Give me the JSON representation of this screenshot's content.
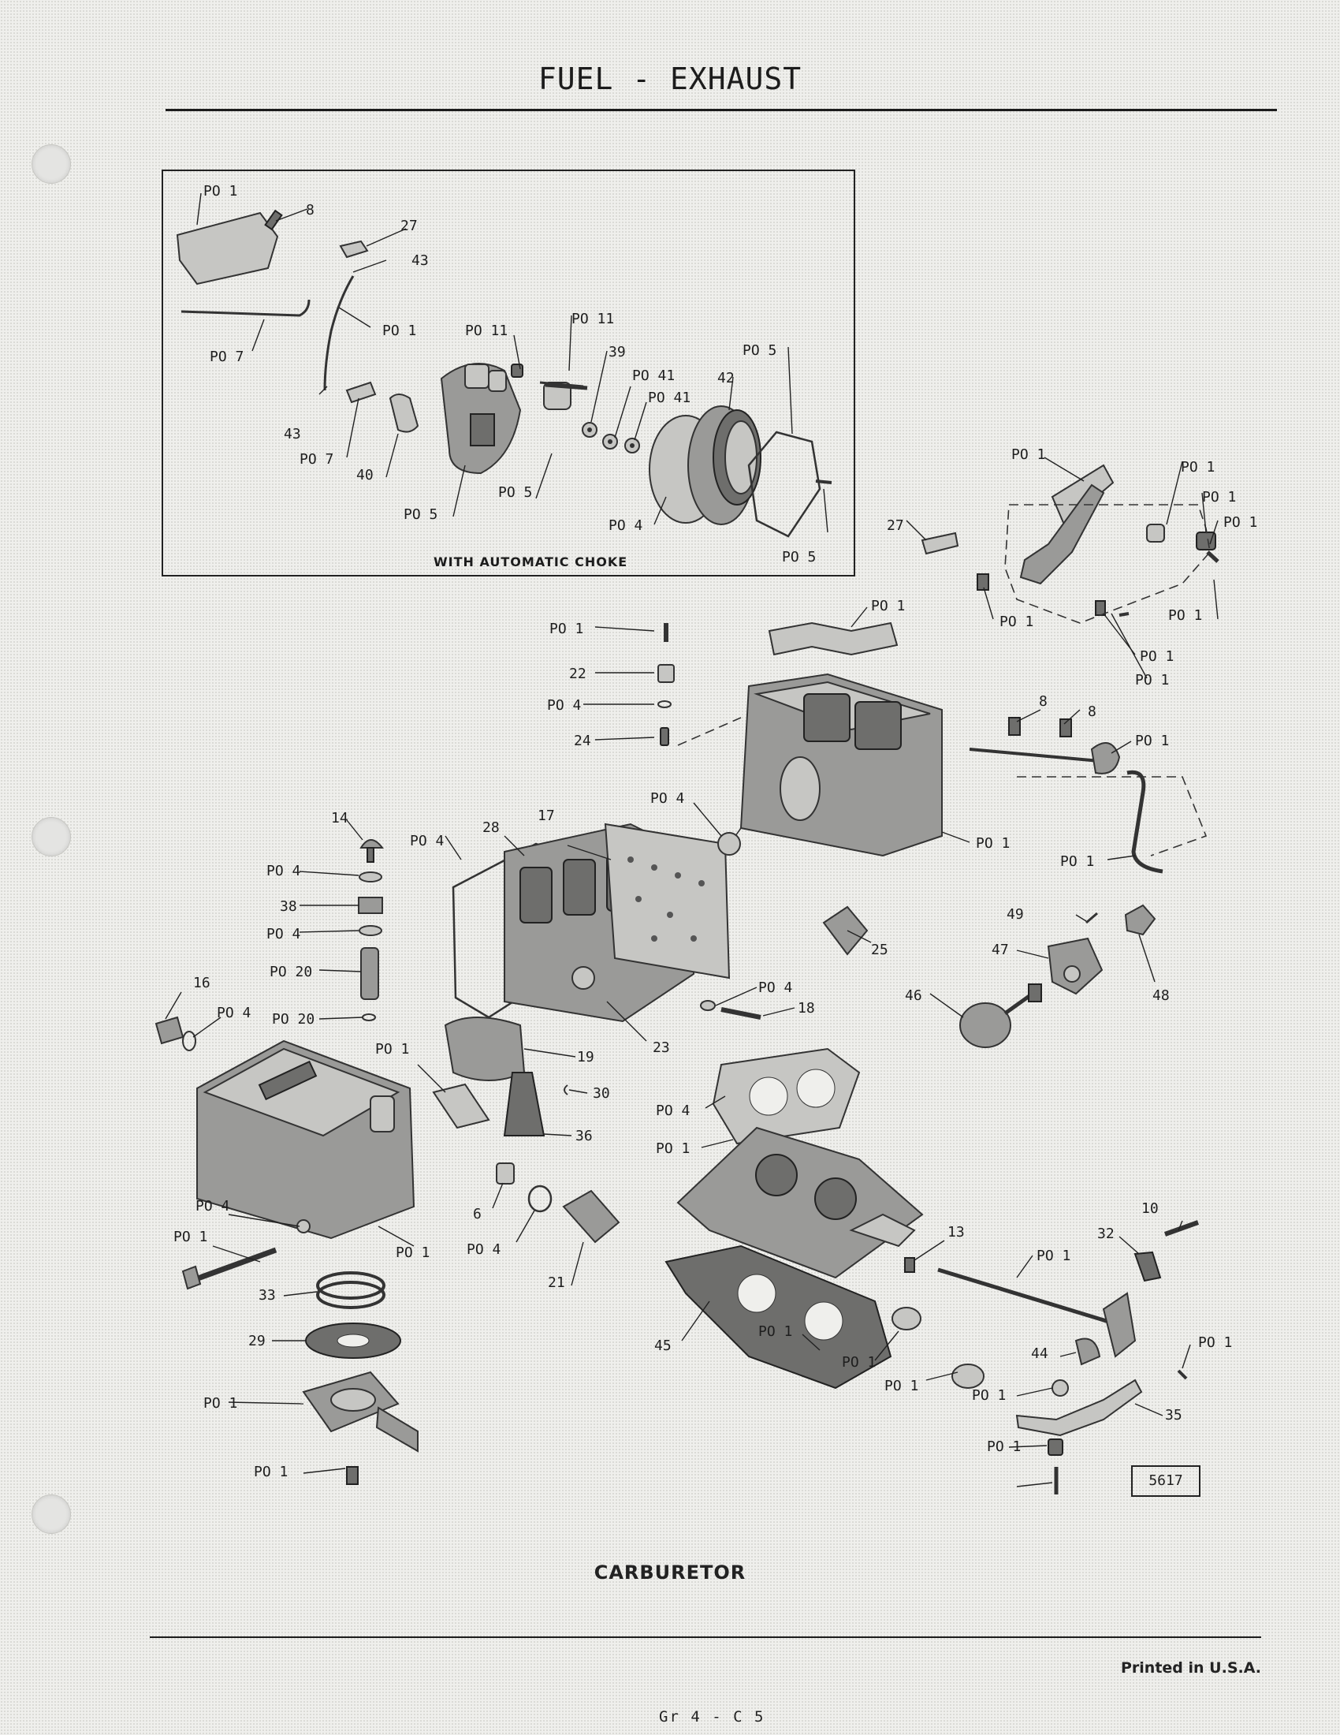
{
  "header": {
    "title": "FUEL - EXHAUST"
  },
  "inset": {
    "caption": "WITH AUTOMATIC CHOKE"
  },
  "figure": {
    "caption": "CARBURETOR",
    "number": "5617",
    "callouts": [
      "PO 1",
      "8",
      "27",
      "43",
      "PO 1",
      "PO 7",
      "PO 11",
      "PO 11",
      "39",
      "PO 41",
      "PO 41",
      "42",
      "PO 5",
      "43",
      "PO 7",
      "40",
      "PO 5",
      "PO 5",
      "PO 4",
      "PO 5",
      "PO 1",
      "PO 1",
      "PO 1",
      "PO 1",
      "27",
      "PO 1",
      "PO 1",
      "PO 1",
      "PO 1",
      "PO 1",
      "PO 1",
      "22",
      "PO 4",
      "24",
      "8",
      "8",
      "PO 1",
      "PO 4",
      "PO 1",
      "PO 1",
      "14",
      "PO 4",
      "38",
      "PO 4",
      "PO 20",
      "16",
      "PO 4",
      "PO 20",
      "PO 4",
      "28",
      "17",
      "25",
      "49",
      "47",
      "48",
      "46",
      "PO 4",
      "18",
      "23",
      "19",
      "PO 1",
      "30",
      "PO 4",
      "36",
      "PO 1",
      "6",
      "PO 4",
      "21",
      "PO 4",
      "PO 1",
      "PO 1",
      "13",
      "10",
      "32",
      "PO 1",
      "33",
      "29",
      "45",
      "PO 1",
      "PO 1",
      "PO 1",
      "44",
      "PO 1",
      "PO 1",
      "PO 1",
      "PO 1",
      "35",
      "PO 1"
    ]
  },
  "footer": {
    "printed": "Printed in U.S.A.",
    "page": "Gr 4 - C 5"
  }
}
